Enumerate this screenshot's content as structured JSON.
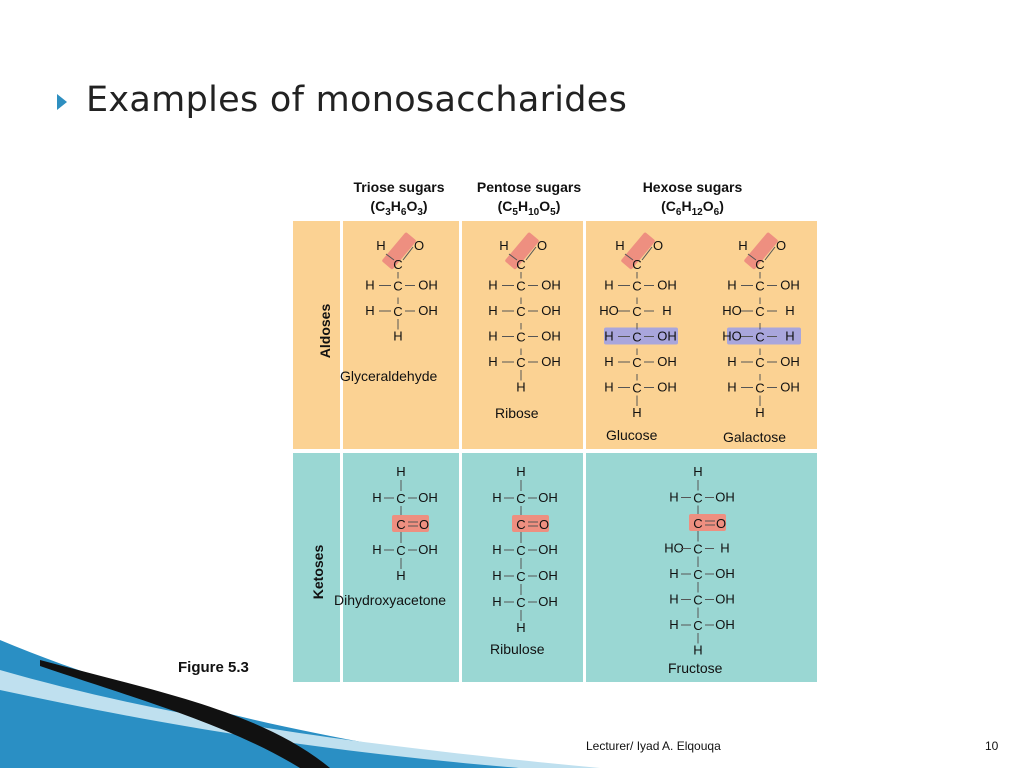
{
  "slide": {
    "title": "Examples of monosaccharides",
    "figure_label": "Figure 5.3",
    "footer": "Lecturer/ Iyad A. Elqouqa",
    "page_number": "10",
    "accent_color": "#2e8fc0"
  },
  "figure": {
    "column_headers": [
      {
        "name": "Triose sugars",
        "formula": "(C3H6O3)"
      },
      {
        "name": "Pentose sugars",
        "formula": "(C5H10O5)"
      },
      {
        "name": "Hexose sugars",
        "formula": "(C6H12O6)"
      }
    ],
    "row_labels": [
      "Aldoses",
      "Ketoses"
    ],
    "colors": {
      "aldoses_bg": "#fbd293",
      "ketoses_bg": "#9ad7d3",
      "carbonyl_highlight": "#ee8f80",
      "stereo_highlight": "#a9a6dc"
    },
    "molecules": {
      "glyceraldehyde": {
        "name": "Glyceraldehyde",
        "rows": [
          [
            "H",
            "C",
            "OH"
          ],
          [
            "H",
            "C",
            "OH"
          ]
        ],
        "top": {
          "H": "H",
          "C": "C",
          "O": "O"
        },
        "bottom": "H"
      },
      "ribose": {
        "name": "Ribose",
        "rows": [
          [
            "H",
            "C",
            "OH"
          ],
          [
            "H",
            "C",
            "OH"
          ],
          [
            "H",
            "C",
            "OH"
          ],
          [
            "H",
            "C",
            "OH"
          ]
        ],
        "top": {
          "H": "H",
          "C": "C",
          "O": "O"
        },
        "bottom": "H"
      },
      "glucose": {
        "name": "Glucose",
        "rows": [
          [
            "H",
            "C",
            "OH"
          ],
          [
            "HO",
            "C",
            "H"
          ],
          [
            "H",
            "C",
            "OH"
          ],
          [
            "H",
            "C",
            "OH"
          ],
          [
            "H",
            "C",
            "OH"
          ]
        ],
        "top": {
          "H": "H",
          "C": "C",
          "O": "O"
        },
        "bottom": "H"
      },
      "galactose": {
        "name": "Galactose",
        "rows": [
          [
            "H",
            "C",
            "OH"
          ],
          [
            "HO",
            "C",
            "H"
          ],
          [
            "HO",
            "C",
            "H"
          ],
          [
            "H",
            "C",
            "OH"
          ],
          [
            "H",
            "C",
            "OH"
          ]
        ],
        "top": {
          "H": "H",
          "C": "C",
          "O": "O"
        },
        "bottom": "H"
      },
      "dihydroxyacetone": {
        "name": "Dihydroxyacetone",
        "top": "H",
        "rows": [
          [
            "H",
            "C",
            "OH"
          ],
          [
            "",
            "C",
            "O"
          ],
          [
            "H",
            "C",
            "OH"
          ]
        ],
        "bottom": "H"
      },
      "ribulose": {
        "name": "Ribulose",
        "top": "H",
        "rows": [
          [
            "H",
            "C",
            "OH"
          ],
          [
            "",
            "C",
            "O"
          ],
          [
            "H",
            "C",
            "OH"
          ],
          [
            "H",
            "C",
            "OH"
          ],
          [
            "H",
            "C",
            "OH"
          ]
        ],
        "bottom": "H"
      },
      "fructose": {
        "name": "Fructose",
        "top": "H",
        "rows": [
          [
            "H",
            "C",
            "OH"
          ],
          [
            "",
            "C",
            "O"
          ],
          [
            "HO",
            "C",
            "H"
          ],
          [
            "H",
            "C",
            "OH"
          ],
          [
            "H",
            "C",
            "OH"
          ],
          [
            "H",
            "C",
            "OH"
          ]
        ],
        "bottom": "H"
      }
    }
  }
}
